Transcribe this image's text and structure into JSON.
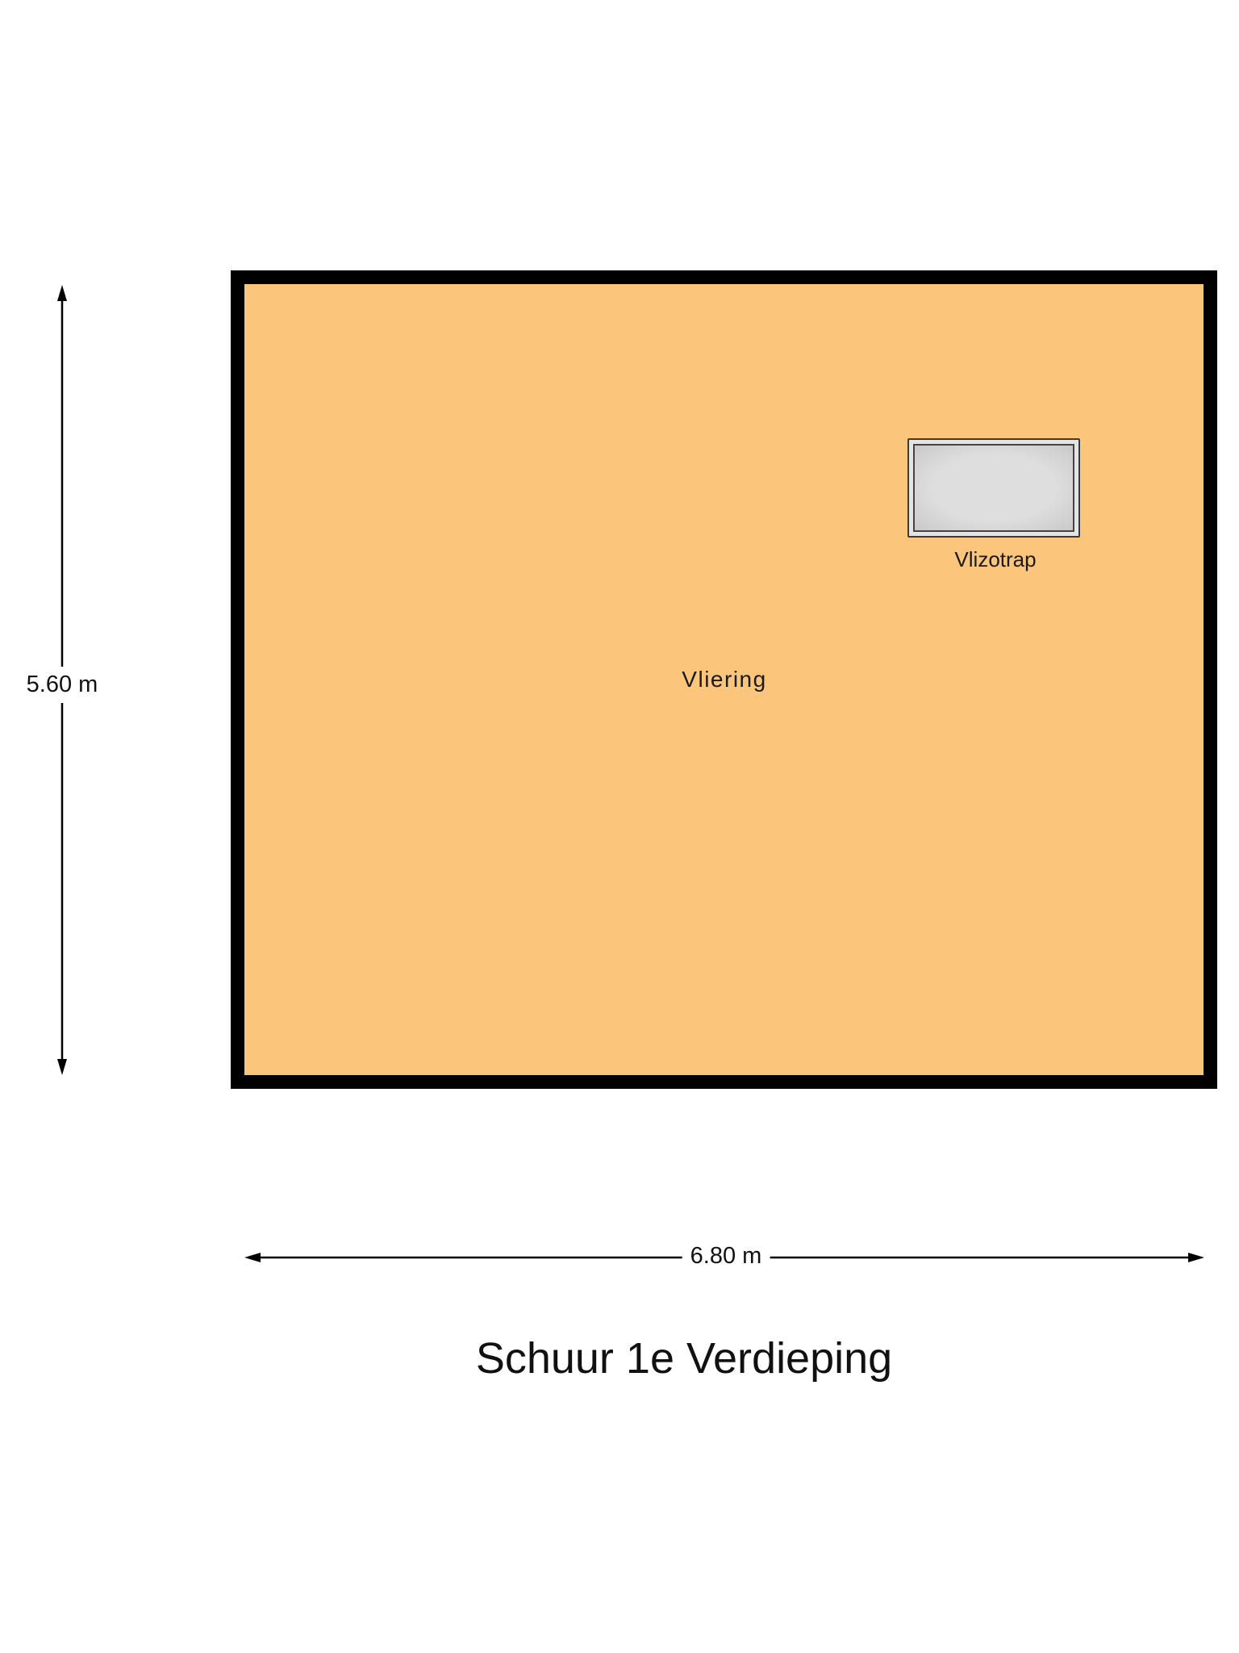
{
  "floorplan": {
    "title": "Schuur 1e Verdieping",
    "rooms": [
      {
        "name": "Vliering",
        "fill": "#fbc57b"
      }
    ],
    "fixtures": [
      {
        "name": "Vlizotrap",
        "fill": "#e0e0e0"
      }
    ],
    "dimensions": {
      "height": "5.60 m",
      "width": "6.80 m"
    },
    "colors": {
      "wall": "#000000",
      "room_fill": "#fbc57b",
      "background": "#ffffff"
    }
  }
}
